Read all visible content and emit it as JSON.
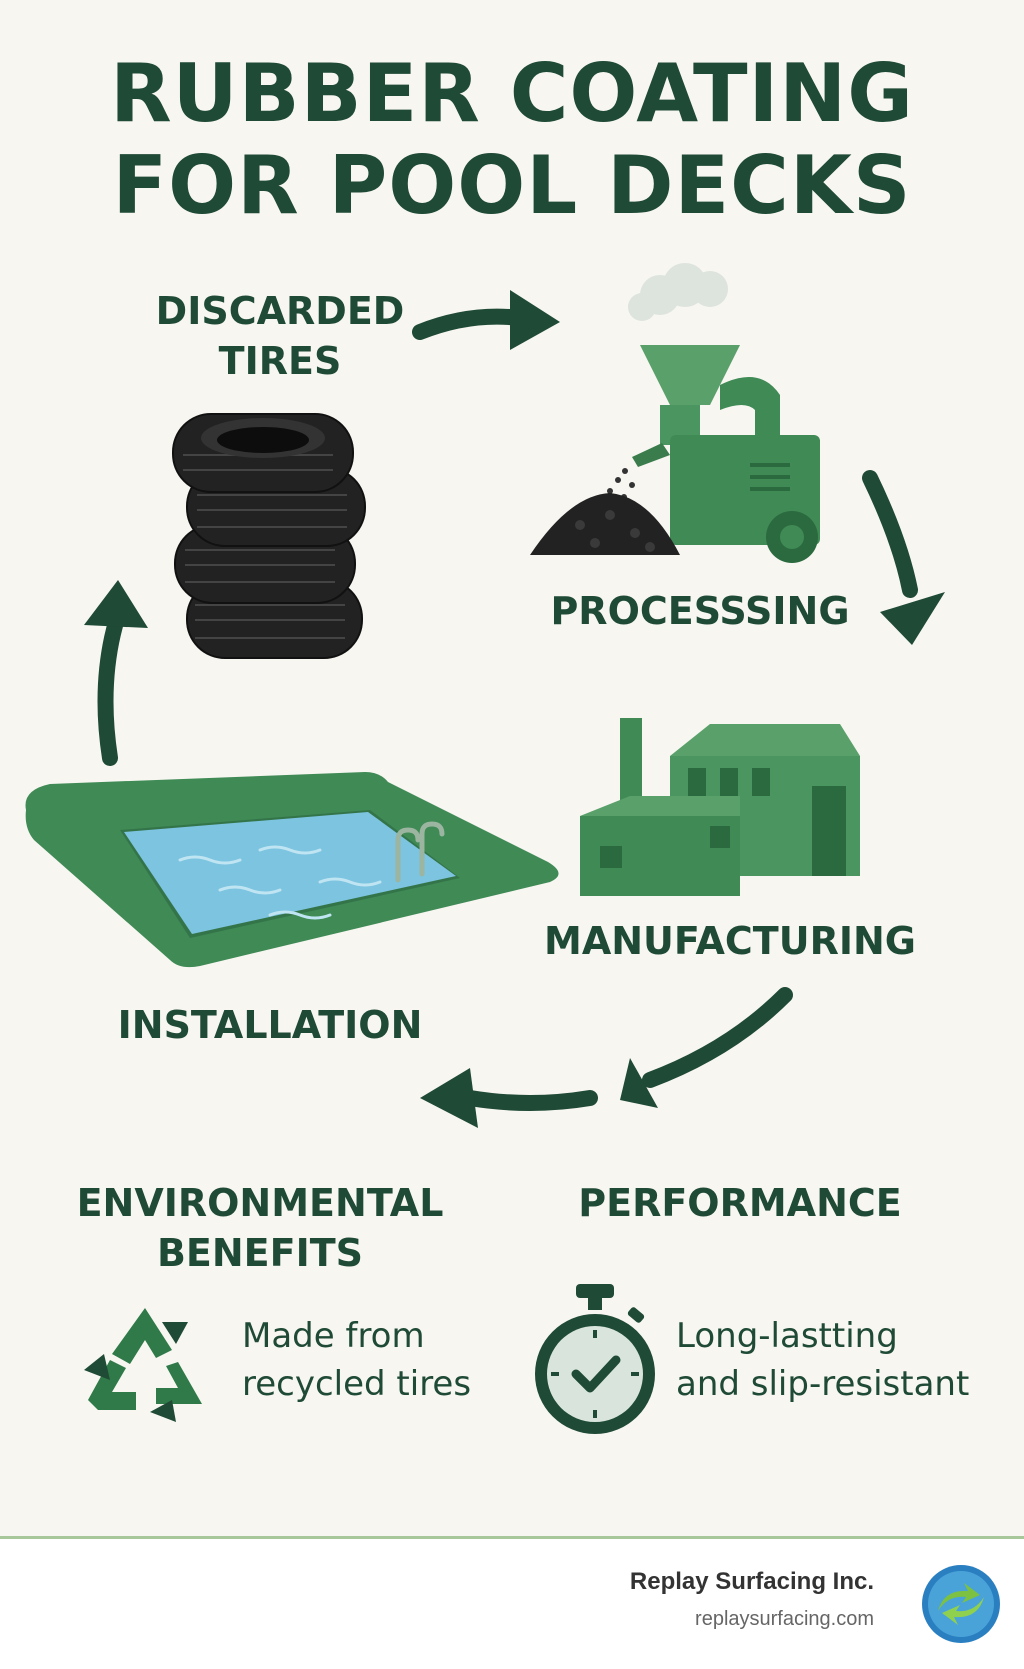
{
  "title": {
    "line1": "RUBBER COATING",
    "line2": "FOR POOL DECKS"
  },
  "steps": {
    "tires": {
      "line1": "DISCARDED",
      "line2": "TIRES"
    },
    "processing": "PROCESSSING",
    "manufacturing": "MANUFACTURING",
    "installation": "INSTALLATION"
  },
  "benefits": {
    "environmental": {
      "heading_line1": "ENVIRONMENTAL",
      "heading_line2": "BENEFITS",
      "text_line1": "Made from",
      "text_line2": "recycled tires"
    },
    "performance": {
      "heading": "PERFORMANCE",
      "text_line1": "Long-lastting",
      "text_line2": "and slip-resistant"
    }
  },
  "footer": {
    "company": "Replay Surfacing Inc.",
    "url": "replaysurfacing.com"
  },
  "colors": {
    "dark_green": "#1f4a35",
    "mid_green": "#3f8a55",
    "light_green": "#5aa06a",
    "water": "#7cc4e0",
    "background": "#f7f6f1"
  }
}
